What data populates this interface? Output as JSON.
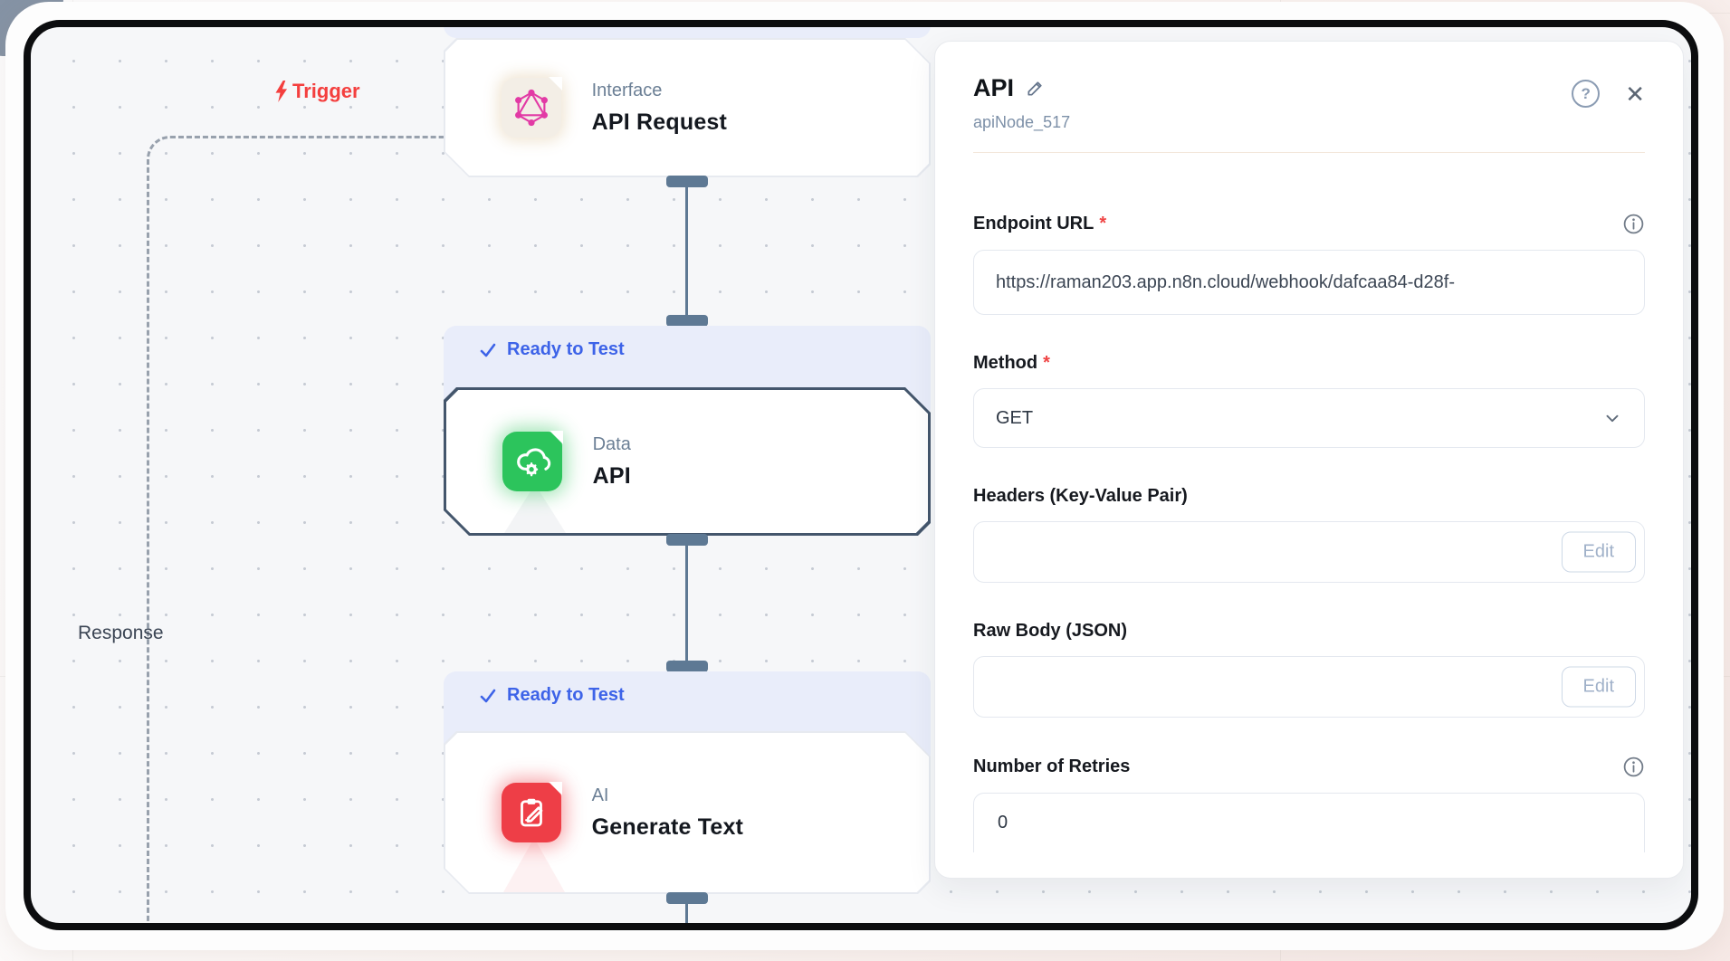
{
  "canvas": {
    "trigger_label": "Trigger",
    "response_label": "Response",
    "nodes": [
      {
        "category": "Interface",
        "title": "API Request",
        "icon": "graphql-icon"
      },
      {
        "category": "Data",
        "title": "API",
        "icon": "cloud-gear-icon",
        "badge": "Ready to Test"
      },
      {
        "category": "AI",
        "title": "Generate Text",
        "icon": "clipboard-pencil-icon",
        "badge": "Ready to Test"
      }
    ]
  },
  "panel": {
    "title": "API",
    "node_id": "apiNode_517",
    "help_icon": "?",
    "close_icon": "✕",
    "fields": {
      "endpoint_url": {
        "label": "Endpoint URL",
        "required": "*",
        "value": "https://raman203.app.n8n.cloud/webhook/dafcaa84-d28f-"
      },
      "method": {
        "label": "Method",
        "required": "*",
        "value": "GET"
      },
      "headers": {
        "label": "Headers (Key-Value Pair)",
        "button": "Edit"
      },
      "raw_body": {
        "label": "Raw Body (JSON)",
        "button": "Edit"
      },
      "retries": {
        "label": "Number of Retries",
        "value": "0"
      }
    }
  },
  "colors": {
    "trigger_red": "#f43f3e",
    "badge_blue": "#3d63e8",
    "badge_bg": "#e9edfa",
    "node_green": "#2cc45c",
    "node_red": "#ee3e47",
    "node_pink": "#e23aa5",
    "connector": "#5e7994",
    "canvas_bg": "#f6f7f9",
    "selected_border": "#44566c"
  }
}
